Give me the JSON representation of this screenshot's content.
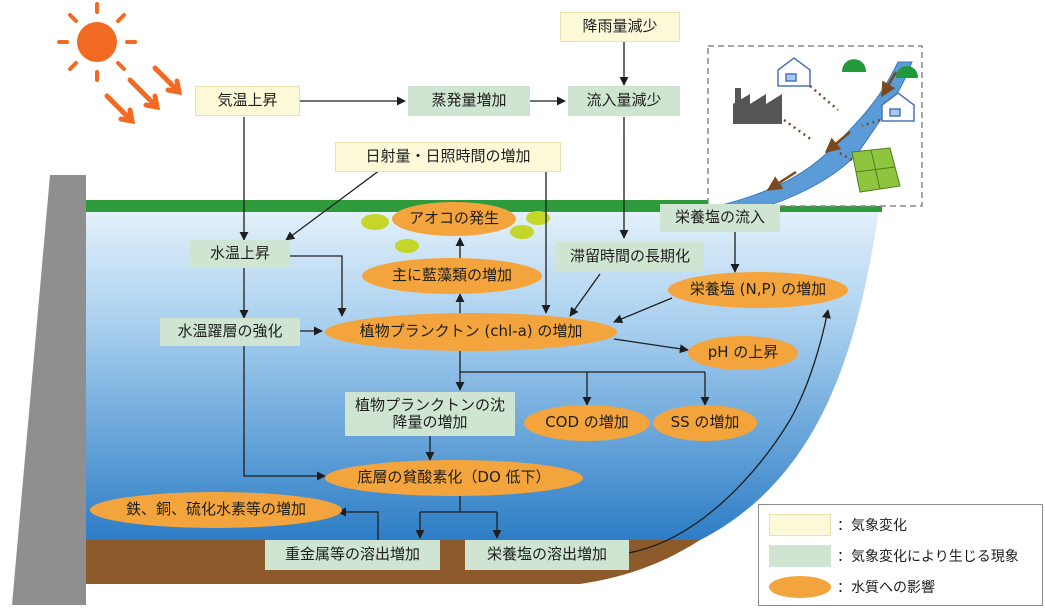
{
  "climate": {
    "temp_rise": "気温上昇",
    "rain_decrease": "降雨量減少",
    "solar_increase": "日射量・日照時間の増加"
  },
  "phenomena": {
    "evaporation": "蒸発量増加",
    "inflow_decrease": "流入量減少",
    "water_temp_rise": "水温上昇",
    "thermocline": "水温躍層の強化",
    "residence_time": "滞留時間の長期化",
    "nutrient_inflow": "栄養塩の流入",
    "sedimentation": "植物プランクトンの沈降量の増加",
    "heavy_metal_release": "重金属等の溶出増加",
    "nutrient_release": "栄養塩の溶出増加"
  },
  "impacts": {
    "aoko": "アオコの発生",
    "cyanobacteria": "主に藍藻類の増加",
    "nutrient_increase": "栄養塩 (N,P) の増加",
    "phytoplankton": "植物プランクトン (chl-a) の増加",
    "ph": "pH の上昇",
    "cod": "COD の増加",
    "ss": "SS の増加",
    "hypoxia": "底層の貧酸素化（DO 低下）",
    "metals": "鉄、銅、硫化水素等の増加"
  },
  "legend": {
    "climate_change": "：気象変化",
    "phenomenon": "：気象変化により生じる現象",
    "water_quality": "：水質への影響"
  },
  "colors": {
    "climate_fill": "#fcf9d9",
    "phenomenon_fill": "#cfe5d1",
    "impact_fill": "#f3a43c",
    "water_top": "#dfeefa",
    "water_bottom": "#2f80c8",
    "sediment": "#8c5a2b",
    "dam": "#8f8f8f",
    "surface_grass": "#2e9a3c",
    "sun": "#f26a22"
  },
  "icons": [
    "sun-icon",
    "heat-arrow-icon",
    "house-icon",
    "factory-icon",
    "mountain-icon",
    "farm-field-icon",
    "river-icon",
    "algae-blob-icon"
  ]
}
